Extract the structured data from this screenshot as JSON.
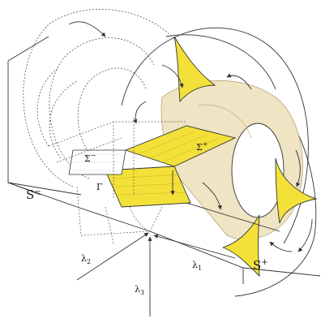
{
  "labels": {
    "s_minus": "S",
    "s_minus_sup": "−",
    "s_plus": "S",
    "s_plus_sup": "+",
    "sigma_minus": "Σ",
    "sigma_minus_sup": "−",
    "sigma_plus": "Σ",
    "sigma_plus_sup": "+",
    "gamma": "Γ",
    "lambda1": "λ",
    "lambda1_sub": "1",
    "lambda2": "λ",
    "lambda2_sub": "2",
    "lambda3": "λ",
    "lambda3_sub": "3"
  },
  "colors": {
    "yellow": "#f3e13a",
    "yellow_dark": "#c9b21a",
    "beige": "#efe4c3",
    "beige_edge": "#b8a77a",
    "line": "#333333",
    "dashed": "#555555"
  }
}
